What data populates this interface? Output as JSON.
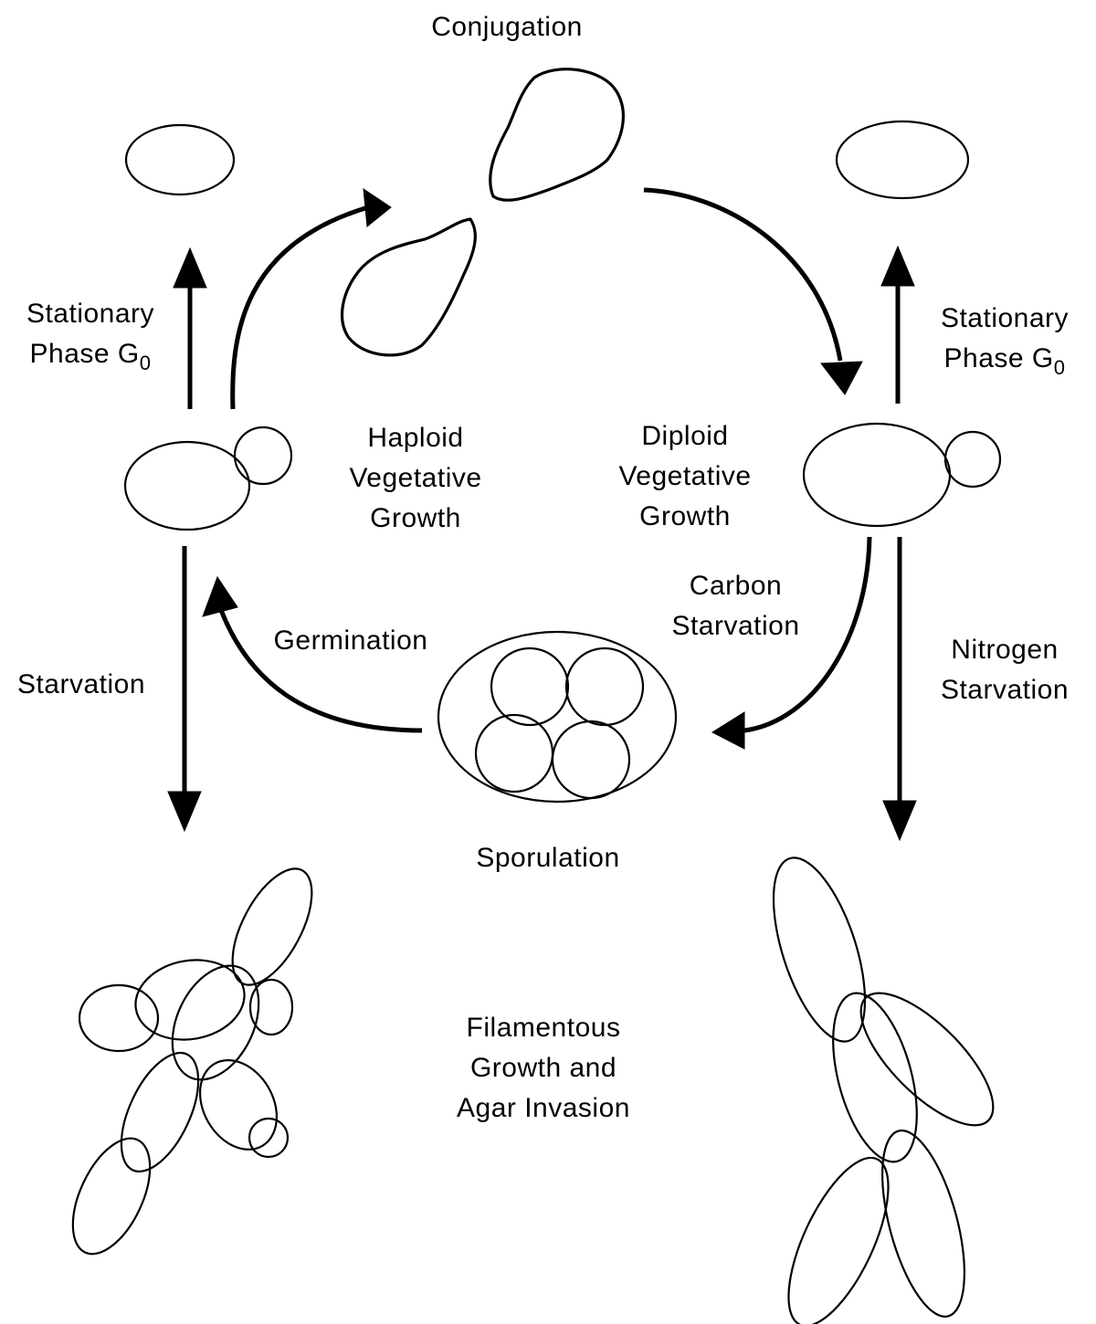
{
  "labels": {
    "conjugation": "Conjugation",
    "stationary_left_line1": "Stationary",
    "stationary_left_line2": "Phase G",
    "stationary_left_sub": "0",
    "stationary_right_line1": "Stationary",
    "stationary_right_line2": "Phase G",
    "stationary_right_sub": "0",
    "haploid_line1": "Haploid",
    "haploid_line2": "Vegetative",
    "haploid_line3": "Growth",
    "diploid_line1": "Diploid",
    "diploid_line2": "Vegetative",
    "diploid_line3": "Growth",
    "carbon_line1": "Carbon",
    "carbon_line2": "Starvation",
    "germination": "Germination",
    "starvation": "Starvation",
    "nitrogen_line1": "Nitrogen",
    "nitrogen_line2": "Starvation",
    "sporulation": "Sporulation",
    "filamentous_line1": "Filamentous",
    "filamentous_line2": "Growth and",
    "filamentous_line3": "Agar Invasion"
  }
}
